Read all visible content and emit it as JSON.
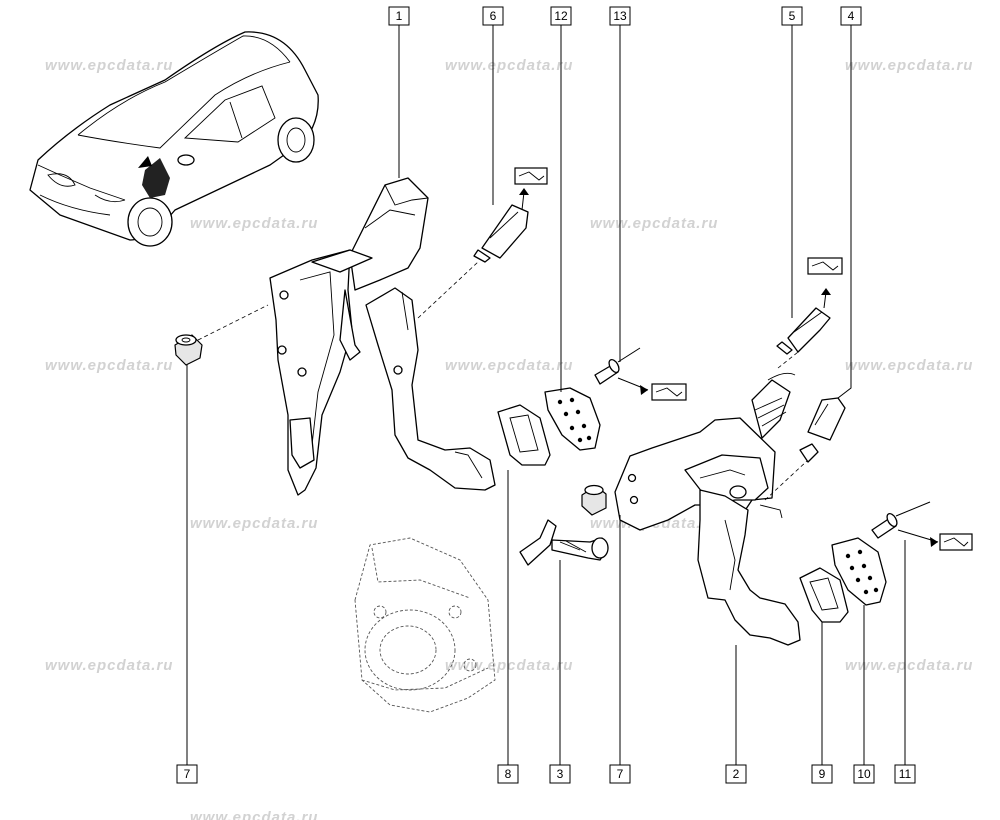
{
  "watermark": "www.epcdata.ru",
  "callouts": [
    {
      "label": "1"
    },
    {
      "label": "6"
    },
    {
      "label": "12"
    },
    {
      "label": "13"
    },
    {
      "label": "5"
    },
    {
      "label": "4"
    },
    {
      "label": "7"
    },
    {
      "label": "8"
    },
    {
      "label": "3"
    },
    {
      "label": "7"
    },
    {
      "label": "2"
    },
    {
      "label": "9"
    },
    {
      "label": "10"
    },
    {
      "label": "11"
    }
  ],
  "colors": {
    "line": "#000000",
    "watermark": "#d2d2d2",
    "background": "#ffffff"
  },
  "icons": [
    "car-location-icon",
    "clutch-pedal-assembly",
    "brake-pedal-assembly",
    "pedal-switch",
    "pedal-pad",
    "rivet",
    "bushing",
    "return-spring",
    "gearbox-bellhousing"
  ]
}
